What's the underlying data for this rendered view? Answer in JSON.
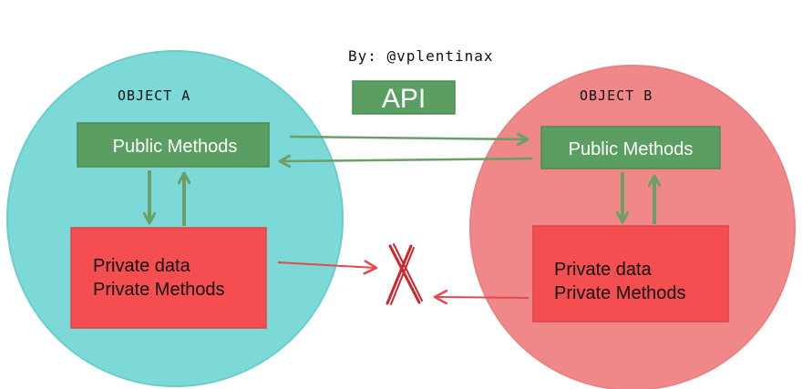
{
  "header": {
    "author": "By: @vplentinax",
    "api_label": "API"
  },
  "object_a": {
    "title": "OBJECT A",
    "public_label": "Public Methods",
    "private_line1": "Private data",
    "private_line2": "Private Methods"
  },
  "object_b": {
    "title": "OBJECT B",
    "public_label": "Public Methods",
    "private_line1": "Private data",
    "private_line2": "Private Methods"
  },
  "colors": {
    "circle_a": "#7dd8d8",
    "circle_b": "#f0888a",
    "green_box": "#5b9e62",
    "green_arrow": "#6a9f66",
    "red_box": "#f44e50",
    "red_arrow": "#e5484c",
    "cross": "#c9282e"
  }
}
